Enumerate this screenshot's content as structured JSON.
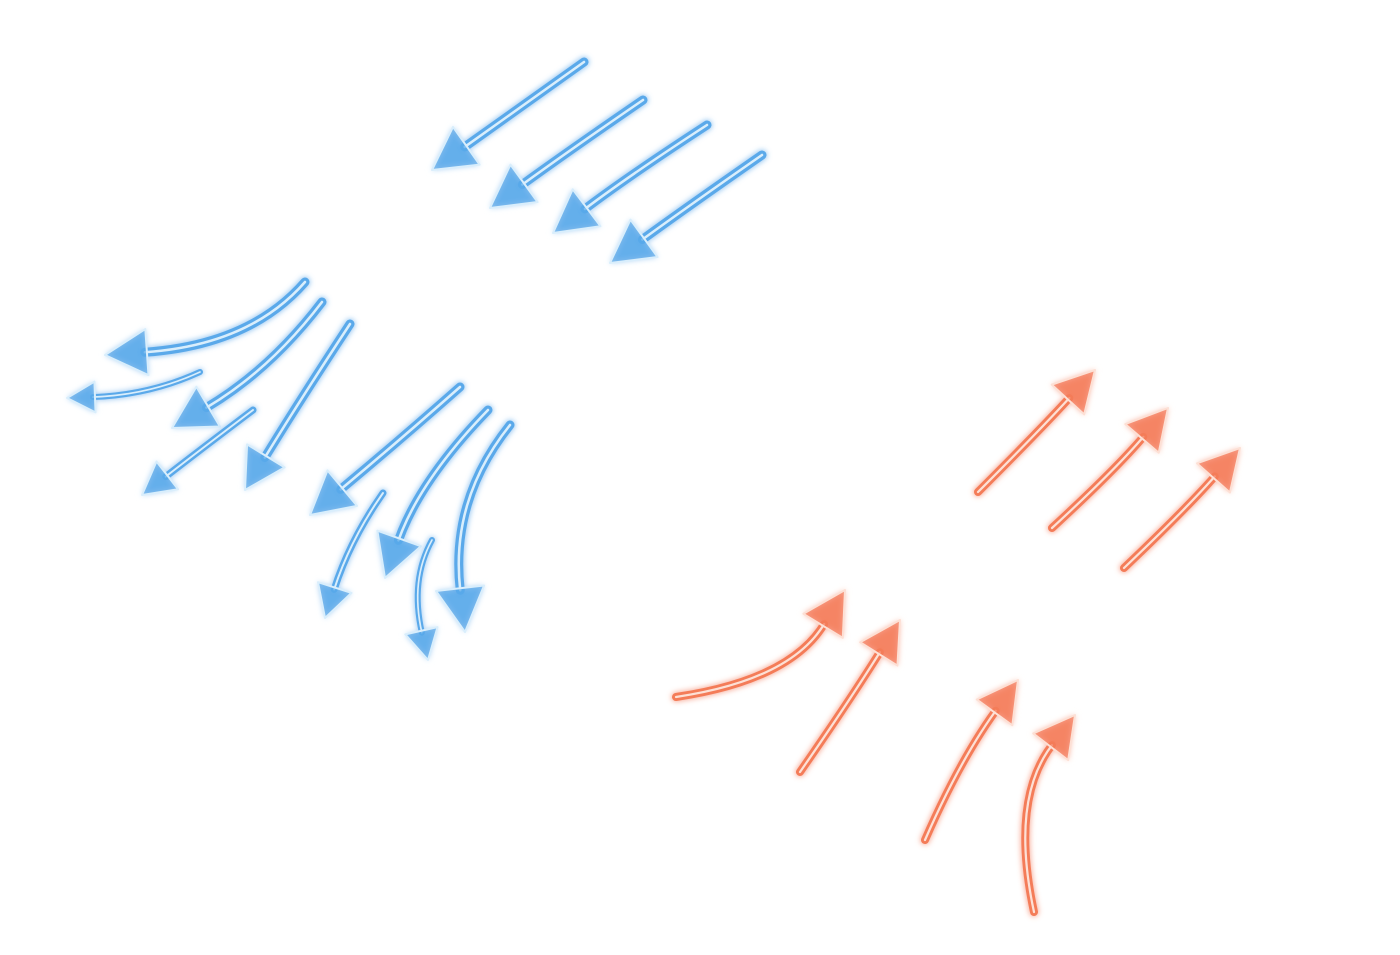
{
  "arrow_groups": [
    {
      "name": "blue-straight-arrows",
      "color": "#5aa9ea",
      "highlight": "#d9eefc",
      "count": 4
    },
    {
      "name": "blue-curved-arrows",
      "color": "#5aa9ea",
      "highlight": "#d9eefc",
      "count": 10
    },
    {
      "name": "orange-straight-arrows",
      "color": "#f47c59",
      "highlight": "#fde0d5",
      "count": 3
    },
    {
      "name": "orange-curved-arrows",
      "color": "#f47c59",
      "highlight": "#fde0d5",
      "count": 4
    }
  ],
  "icons": [
    "cold-airflow-arrow-icon",
    "warm-airflow-arrow-icon"
  ]
}
